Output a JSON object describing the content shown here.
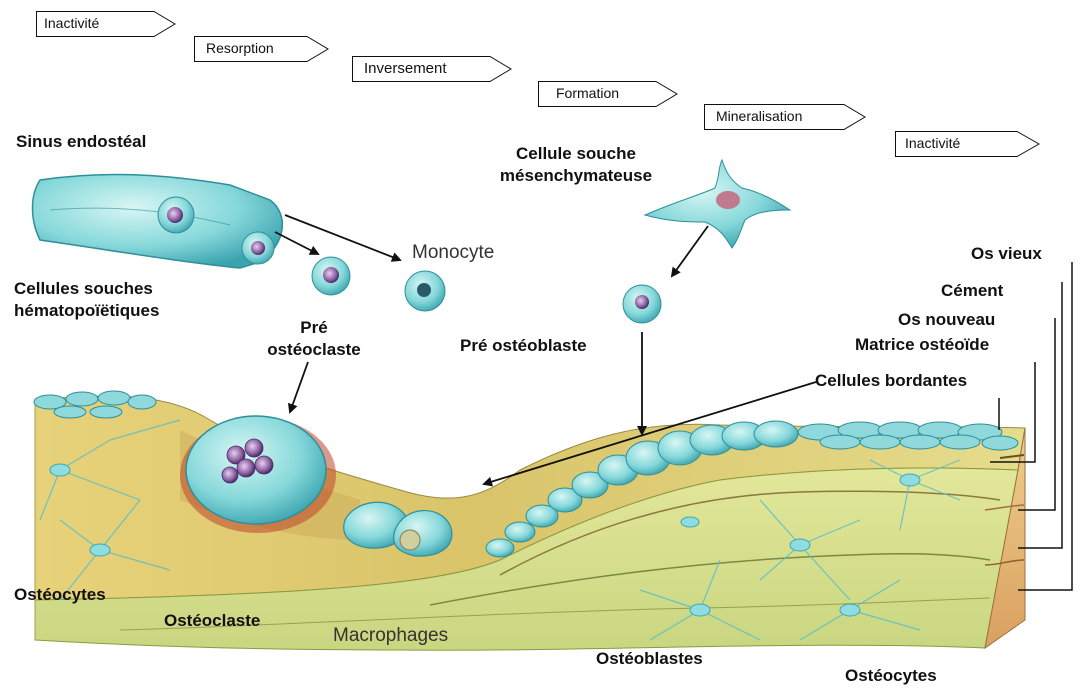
{
  "phases": [
    "Inactivité",
    "Resorption",
    "Inversement",
    "Formation",
    "Mineralisation",
    "Inactivité"
  ],
  "labels": {
    "sinus": "Sinus endostéal",
    "hsc_1": "Cellules souches",
    "hsc_2": "hématopoïëtiques",
    "preosteoclast_1": "Pré",
    "preosteoclast_2": "ostéoclaste",
    "monocyte": "Monocyte",
    "msc_1": "Cellule souche",
    "msc_2": "mésenchymateuse",
    "preosteoblast": "Pré ostéoblaste",
    "os_vieux": "Os vieux",
    "cement": "Cément",
    "os_nouveau": "Os nouveau",
    "matrice": "Matrice ostéoïde",
    "bordantes": "Cellules bordantes",
    "osteocytes_left": "Ostéocytes",
    "osteoclaste": "Ostéoclaste",
    "macrophages": "Macrophages",
    "osteoblastes": "Ostéoblastes",
    "osteocytes_right": "Ostéocytes"
  },
  "colors": {
    "bone_top": "#f2d98a",
    "bone_front": "#d9e08a",
    "bone_side": "#e9c27a",
    "cell": "#7fd6d9",
    "cell_dark": "#3aa7b0",
    "nucleus": "#8a5fa0",
    "resorption_edge": "#c0452a"
  }
}
